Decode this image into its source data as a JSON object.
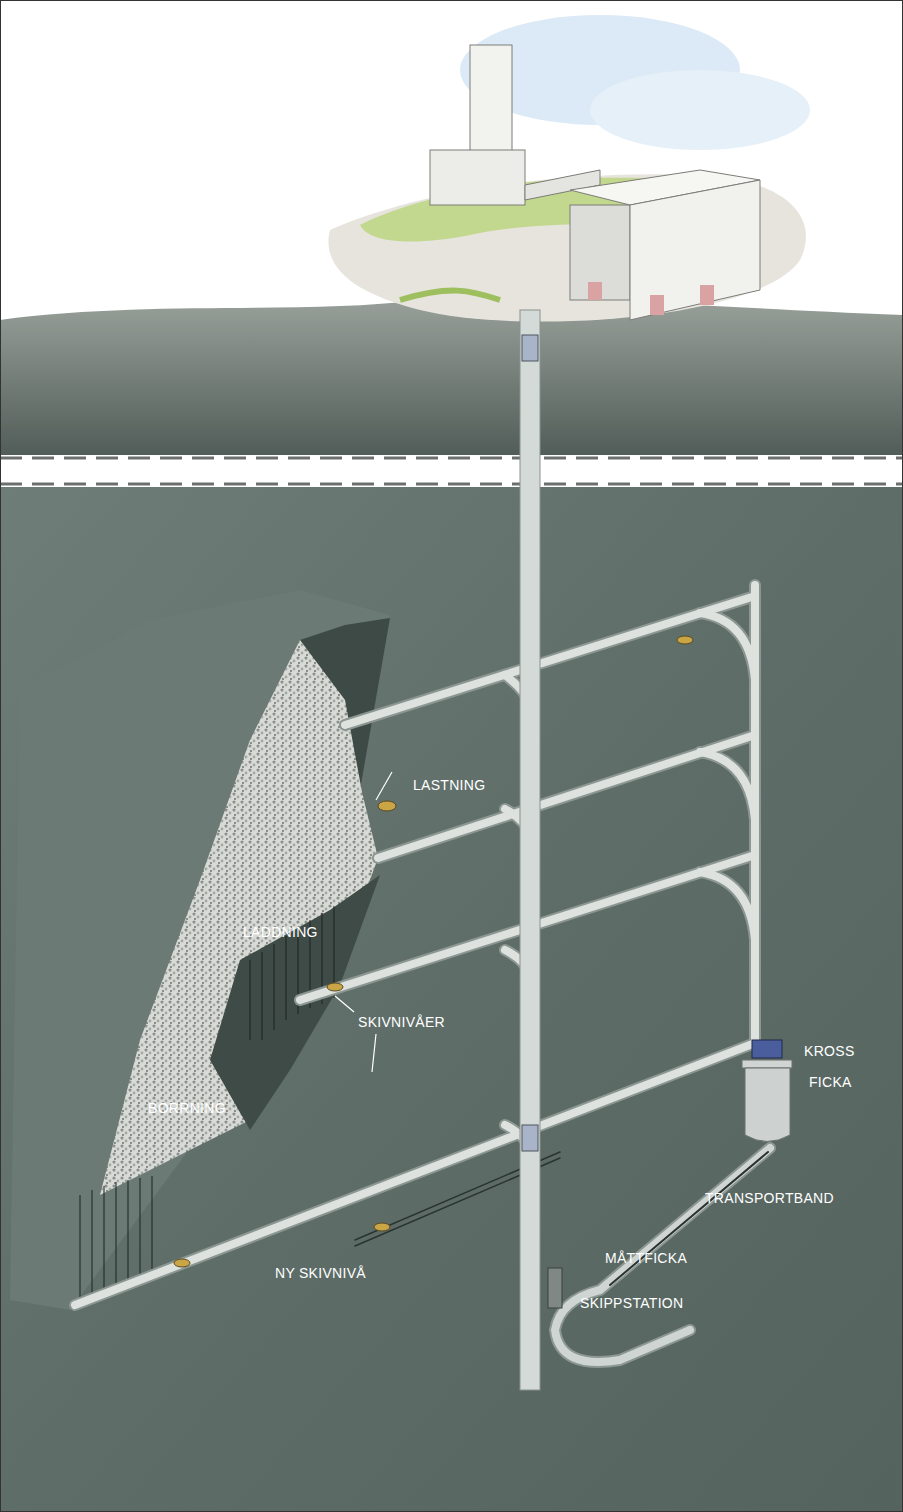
{
  "diagram": {
    "labels": [
      "LASTNING",
      "LADDNING",
      "SKIVNIVÅER",
      "BORRNING",
      "NY SKIVNIVÅ",
      "KROSS",
      "FICKA",
      "TRANSPORTBAND",
      "MÅTTFICKA",
      "SKIPPSTATION"
    ]
  }
}
